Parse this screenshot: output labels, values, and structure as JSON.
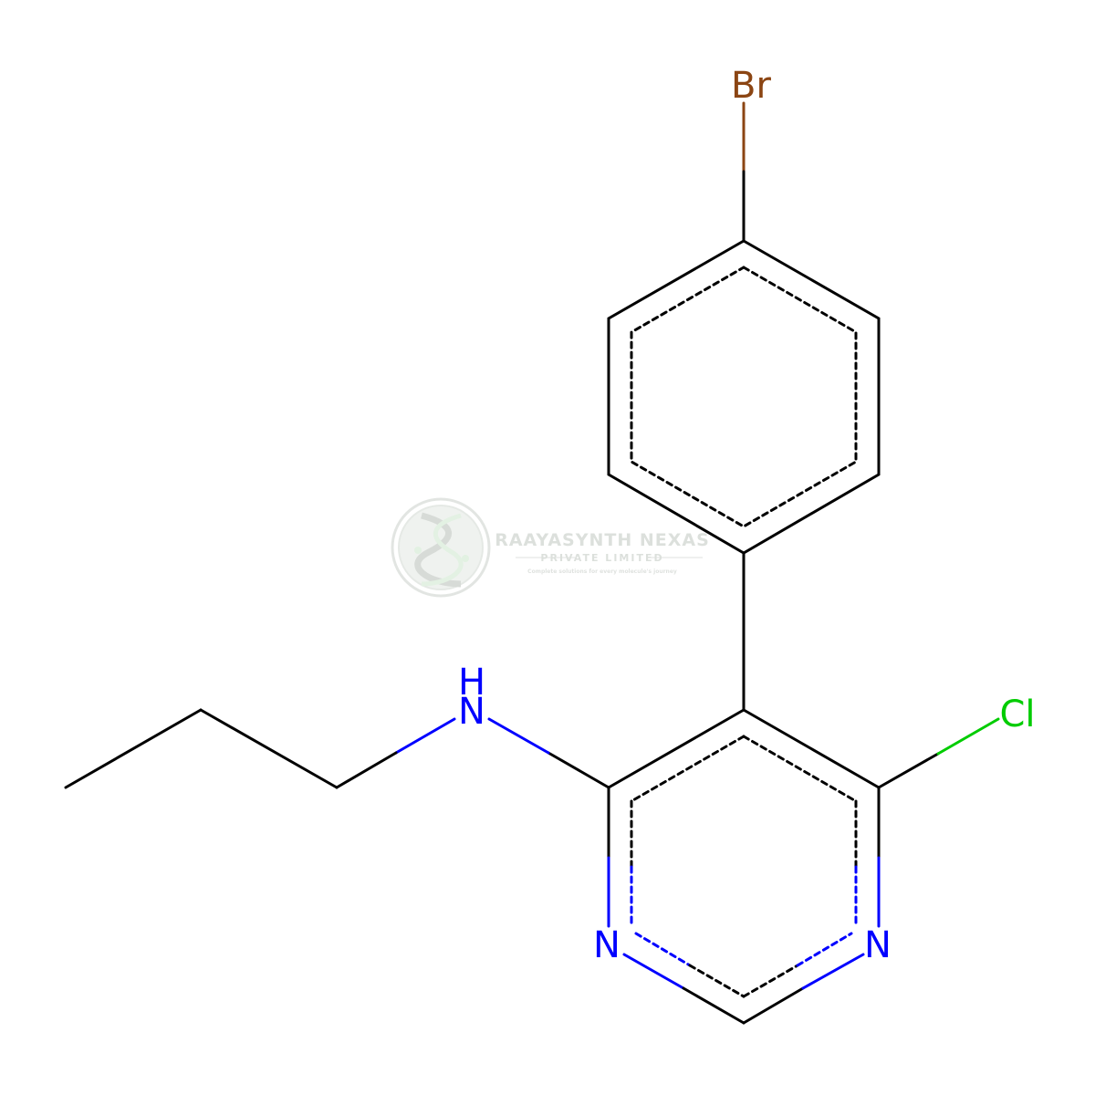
{
  "molecule": {
    "atoms": {
      "br": "Br",
      "cl": "Cl",
      "nh_h": "H",
      "nh_n": "N",
      "ring_n_left": "N",
      "ring_n_right": "N"
    }
  },
  "colors": {
    "bond": "#000000",
    "nitrogen": "#0000ff",
    "chlorine": "#00cc00",
    "bromine": "#8b4513",
    "watermark": "#d9ddd9"
  },
  "watermark": {
    "title": "RAAYASYNTH NEXAS",
    "subtitle": "PRIVATE LIMITED",
    "tagline": "Complete solutions for every molecule's journey"
  }
}
